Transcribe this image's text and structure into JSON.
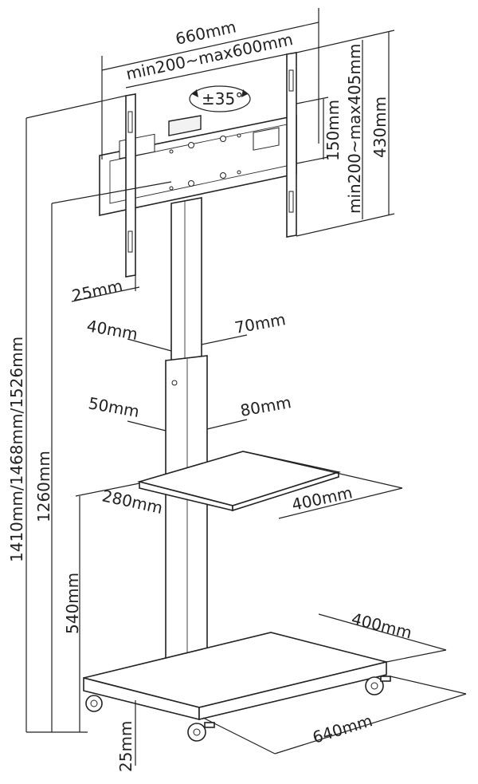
{
  "labels": {
    "overall_width": "660mm",
    "vesa_horizontal": "min200~max600mm",
    "rotation": "±35°",
    "vesa_vertical": "min200~max405mm",
    "arm_offset": "150mm",
    "bracket_height": "430mm",
    "bracket_depth": "25mm",
    "upper_column_a": "40mm",
    "upper_column_b": "70mm",
    "lower_column_a": "50mm",
    "lower_column_b": "80mm",
    "shelf_depth": "280mm",
    "shelf_width": "400mm",
    "base_depth": "400mm",
    "base_width": "640mm",
    "base_height": "25mm",
    "shelf_height": "540mm",
    "center_height": "1260mm",
    "total_height": "1410mm/1468mm/1526mm"
  },
  "icons": [
    "rotation-arrows-icon",
    "caster-wheel-icon"
  ]
}
